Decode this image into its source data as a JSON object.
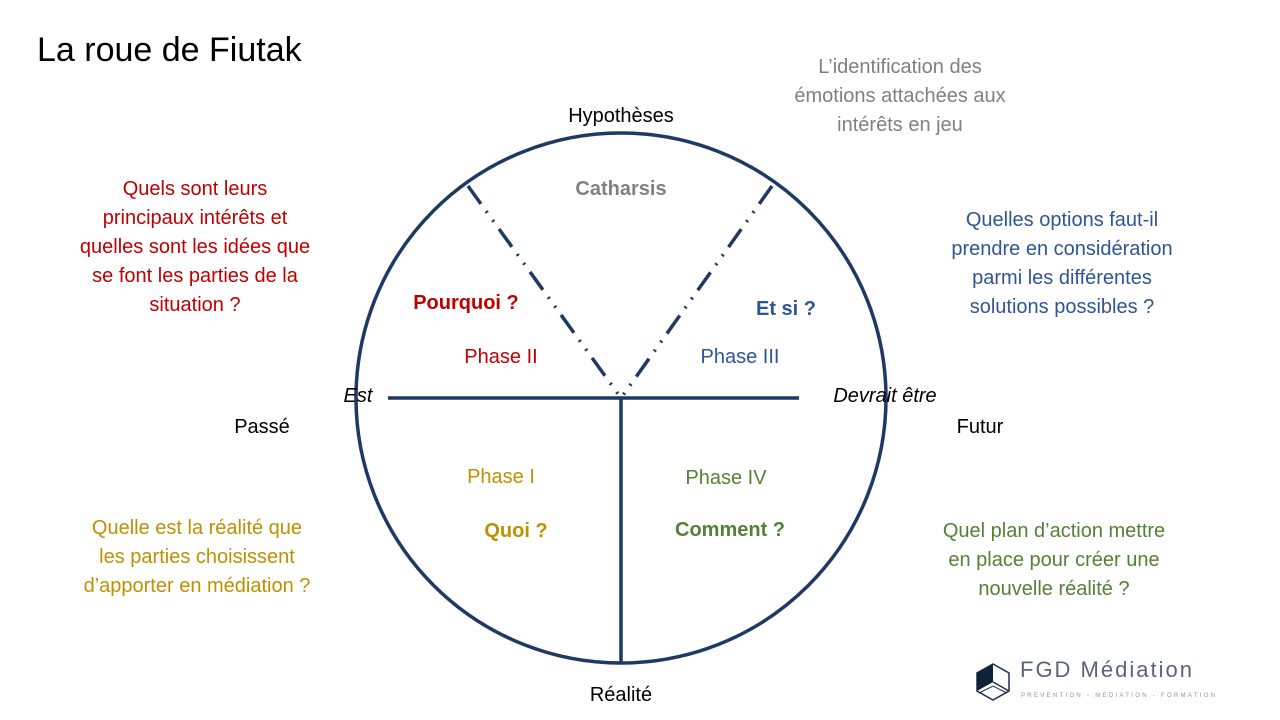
{
  "title": "La roue de Fiutak",
  "axes": {
    "top": "Hypothèses",
    "bottom": "Réalité",
    "left": "Est",
    "right": "Devrait être",
    "far_left": "Passé",
    "far_right": "Futur"
  },
  "catharsis": {
    "label": "Catharsis",
    "description": [
      "L’identification des",
      "émotions attachées aux",
      "intérêts en jeu"
    ]
  },
  "phases": [
    {
      "phase": "Phase I",
      "question": "Quoi ?",
      "description": [
        "Quelle est la réalité que",
        "les parties choisissent",
        "d’apporter en médiation ?"
      ],
      "color": "#bf9000"
    },
    {
      "phase": "Phase II",
      "question": "Pourquoi ?",
      "description": [
        "Quels sont leurs",
        "principaux intérêts et",
        "quelles sont les idées que",
        "se font les parties de la",
        "situation ?"
      ],
      "color": "#c00000"
    },
    {
      "phase": "Phase III",
      "question": "Et si ?",
      "description": [
        "Quelles options faut-il",
        "prendre en considération",
        "parmi les différentes",
        "solutions possibles ?"
      ],
      "color": "#2f5597"
    },
    {
      "phase": "Phase IV",
      "question": "Comment ?",
      "description": [
        "Quel plan d’action mettre",
        "en place pour créer une",
        "nouvelle réalité ?"
      ],
      "color": "#538135"
    }
  ],
  "logo": {
    "name": "FGD Médiation",
    "tagline": "PREVENTION - MEDIATION - FORMATION"
  },
  "colors": {
    "wheel": "#1f3864"
  }
}
